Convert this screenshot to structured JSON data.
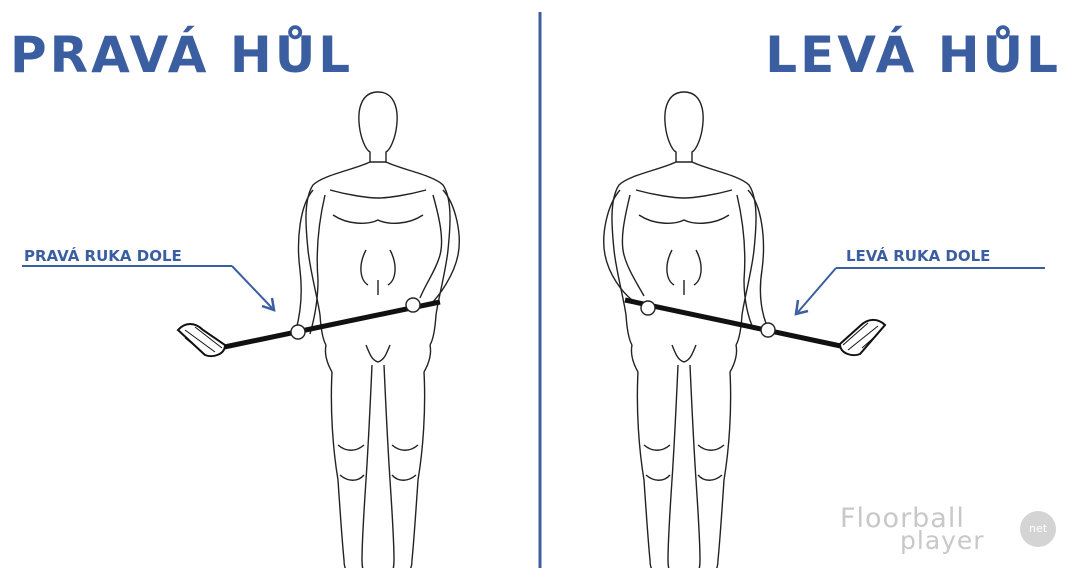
{
  "titles": {
    "left": "PRAVÁ HŮL",
    "right": "LEVÁ HŮL"
  },
  "callouts": {
    "left": "PRAVÁ RUKA DOLE",
    "right": "LEVÁ RUKA DOLE"
  },
  "logo": {
    "line1": "Floorball",
    "line2": "player",
    "badge": "net"
  },
  "colors": {
    "accent": "#3b5ea0",
    "line": "#222222",
    "stick": "#111111",
    "logo": "#c8c8c8"
  }
}
